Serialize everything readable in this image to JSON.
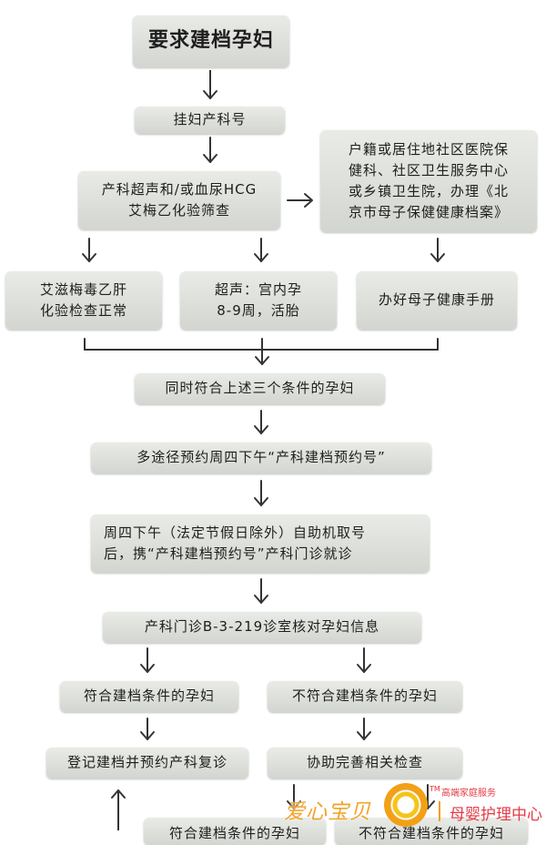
{
  "flowchart": {
    "nodes": {
      "start": "要求建档孕妇",
      "register": "挂妇产科号",
      "screening": "产科超声和/或血尿HCG\n艾梅乙化验筛查",
      "community": "户籍或居住地社区医院保\n健科、社区卫生服务中心\n或乡镇卫生院，办理《北\n京市母子保健健康档案》",
      "aids_test": "艾滋梅毒乙肝\n化验检查正常",
      "ultrasound": "超声：宫内孕\n8-9周，活胎",
      "handbook": "办好母子健康手册",
      "all_three": "同时符合上述三个条件的孕妇",
      "appointment": "多途径预约周四下午“产科建档预约号”",
      "thursday": "周四下午（法定节假日除外）自助机取号\n后，携“产科建档预约号”产科门诊就诊",
      "verify": "产科门诊B-3-219诊室核对孕妇信息",
      "eligible": "符合建档条件的孕妇",
      "not_eligible": "不符合建档条件的孕妇",
      "record": "登记建档并预约产科复诊",
      "assist": "协助完善相关检查",
      "bottom_left": "符合建档条件的孕妇",
      "bottom_right": "不符合建档条件的孕妇"
    }
  },
  "watermark": {
    "brand": "爱心宝贝",
    "tm": "TM",
    "tagline": "高端家庭服务",
    "center": "母婴护理中心"
  }
}
